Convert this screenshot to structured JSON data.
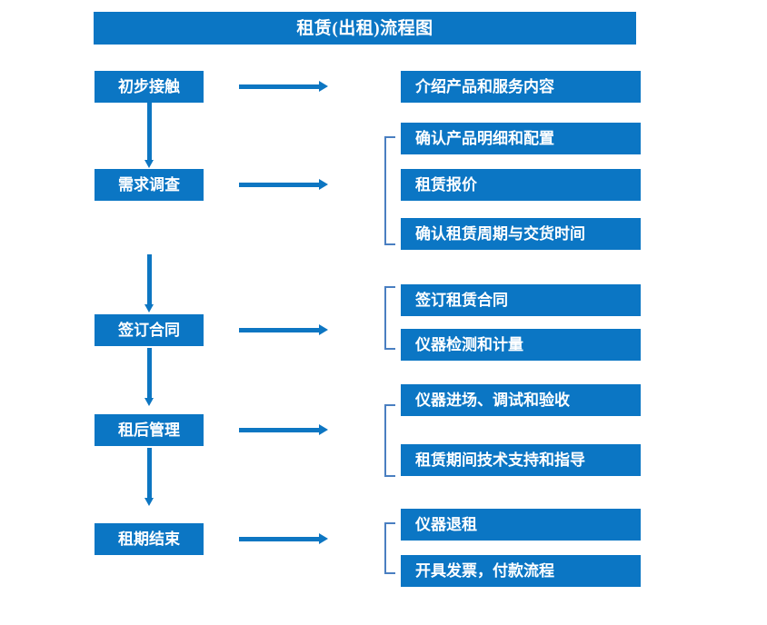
{
  "diagram": {
    "title": "租赁(出租)流程图",
    "colors": {
      "box_fill": "#0b76c4",
      "box_text": "#ffffff",
      "arrow": "#0d76c2",
      "bracket": "#4a7fc1",
      "background": "#ffffff"
    },
    "stages": [
      {
        "label": "初步接触",
        "details": [
          "介绍产品和服务内容"
        ],
        "bracketed": false
      },
      {
        "label": "需求调查",
        "details": [
          "确认产品明细和配置",
          "租赁报价",
          "确认租赁周期与交货时间"
        ],
        "bracketed": true
      },
      {
        "label": "签订合同",
        "details": [
          "签订租赁合同",
          "仪器检测和计量"
        ],
        "bracketed": true
      },
      {
        "label": "租后管理",
        "details": [
          "仪器进场、调试和验收",
          "租赁期间技术支持和指导"
        ],
        "bracketed": true
      },
      {
        "label": "租期结束",
        "details": [
          "仪器退租",
          "开具发票，付款流程"
        ],
        "bracketed": true
      }
    ]
  }
}
